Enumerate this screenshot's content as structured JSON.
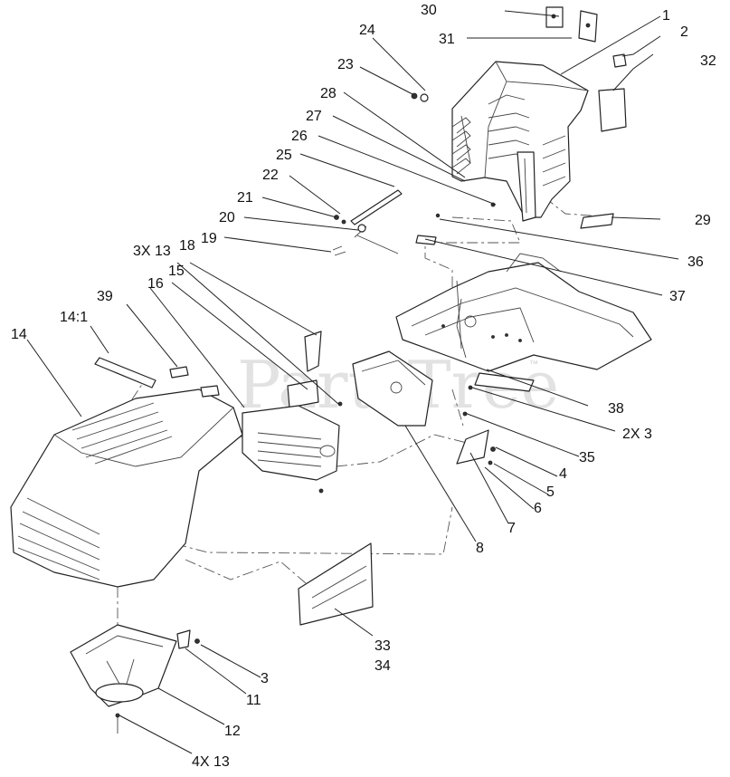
{
  "watermark": {
    "text": "PartsTree",
    "tm": "™"
  },
  "callouts": {
    "c1": "1",
    "c2": "2",
    "c3": "3",
    "c4": "4",
    "c5": "5",
    "c6": "6",
    "c7": "7",
    "c8": "8",
    "c11": "11",
    "c12": "12",
    "c14": "14",
    "c14_1": "14:1",
    "c15": "15",
    "c16": "16",
    "c18": "18",
    "c19": "19",
    "c20": "20",
    "c21": "21",
    "c22": "22",
    "c23": "23",
    "c24": "24",
    "c25": "25",
    "c26": "26",
    "c27": "27",
    "c28": "28",
    "c29": "29",
    "c2x3": "2X 3",
    "c30": "30",
    "c31": "31",
    "c32": "32",
    "c33": "33",
    "c34": "34",
    "c35": "35",
    "c36": "36",
    "c37": "37",
    "c38": "38",
    "c39": "39",
    "c3x13": "3X 13",
    "c4x13": "4X 13"
  }
}
